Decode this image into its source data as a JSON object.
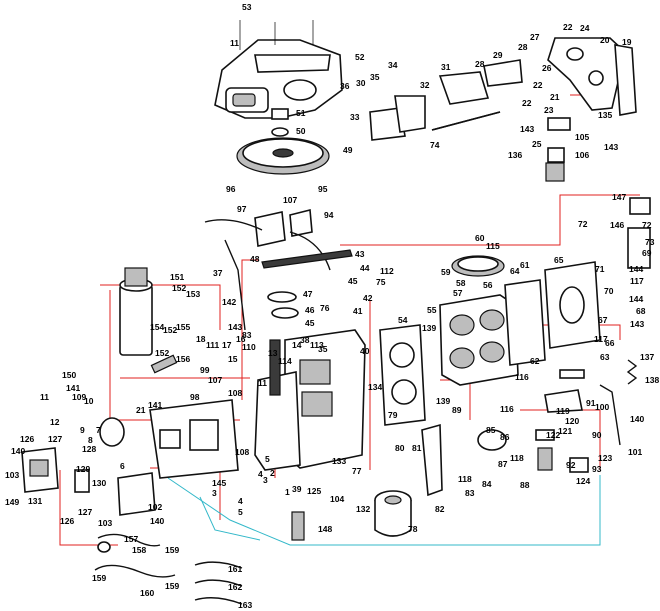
{
  "diagram": {
    "line_colors": {
      "red": "#e0211f",
      "cyan": "#33b8c9",
      "ink": "#111111"
    },
    "callouts": {
      "n1": "1",
      "n2": "2",
      "n3": "3",
      "n4": "4",
      "n5": "5",
      "n6": "6",
      "n7": "7",
      "n8": "8",
      "n9": "9",
      "n10": "10",
      "n11": "11",
      "n12": "12",
      "n13": "13",
      "n14": "14",
      "n15": "15",
      "n16": "16",
      "n17": "17",
      "n18": "18",
      "n19": "19",
      "n20": "20",
      "n21": "21",
      "n22": "22",
      "n23": "23",
      "n24": "24",
      "n25": "25",
      "n26": "26",
      "n27": "27",
      "n28": "28",
      "n29": "29",
      "n30": "30",
      "n31": "31",
      "n32": "32",
      "n33": "33",
      "n34": "34",
      "n35": "35",
      "n36": "36",
      "n37": "37",
      "n38": "38",
      "n39": "39",
      "n40": "40",
      "n41": "41",
      "n42": "42",
      "n43": "43",
      "n44": "44",
      "n45": "45",
      "n46": "46",
      "n47": "47",
      "n48": "48",
      "n49": "49",
      "n50": "50",
      "n51": "51",
      "n52": "52",
      "n53": "53",
      "n54": "54",
      "n55": "55",
      "n56": "56",
      "n57": "57",
      "n58": "58",
      "n59": "59",
      "n60": "60",
      "n61": "61",
      "n62": "62",
      "n63": "63",
      "n64": "64",
      "n65": "65",
      "n66": "66",
      "n67": "67",
      "n68": "68",
      "n69": "69",
      "n70": "70",
      "n71": "71",
      "n72": "72",
      "n73": "73",
      "n74": "74",
      "n75": "75",
      "n76": "76",
      "n77": "77",
      "n78": "78",
      "n79": "79",
      "n80": "80",
      "n81": "81",
      "n82": "82",
      "n83": "83",
      "n84": "84",
      "n85": "85",
      "n86": "86",
      "n87": "87",
      "n88": "88",
      "n89": "89",
      "n90": "90",
      "n91": "91",
      "n92": "92",
      "n93": "93",
      "n94": "94",
      "n95": "95",
      "n96": "96",
      "n97": "97",
      "n98": "98",
      "n99": "99",
      "n100": "100",
      "n101": "101",
      "n102": "102",
      "n103": "103",
      "n104": "104",
      "n105": "105",
      "n106": "106",
      "n107": "107",
      "n108": "108",
      "n109": "109",
      "n110": "110",
      "n111": "111",
      "n112": "112",
      "n113": "113",
      "n114": "114",
      "n115": "115",
      "n116": "116",
      "n117": "117",
      "n118": "118",
      "n119": "119",
      "n120": "120",
      "n121": "121",
      "n122": "122",
      "n123": "123",
      "n124": "124",
      "n125": "125",
      "n126": "126",
      "n127": "127",
      "n128": "128",
      "n129": "129",
      "n130": "130",
      "n131": "131",
      "n132": "132",
      "n133": "133",
      "n134": "134",
      "n135": "135",
      "n136": "136",
      "n137": "137",
      "n138": "138",
      "n139": "139",
      "n140": "140",
      "n141": "141",
      "n142": "142",
      "n143": "143",
      "n144": "144",
      "n145": "145",
      "n146": "146",
      "n147": "147",
      "n148": "148",
      "n149": "149",
      "n150": "150",
      "n151": "151",
      "n152": "152",
      "n153": "153",
      "n154": "154",
      "n155": "155",
      "n156": "156",
      "n157": "157",
      "n158": "158",
      "n159": "159",
      "n160": "160",
      "n161": "161",
      "n162": "162",
      "n163": "163"
    }
  }
}
